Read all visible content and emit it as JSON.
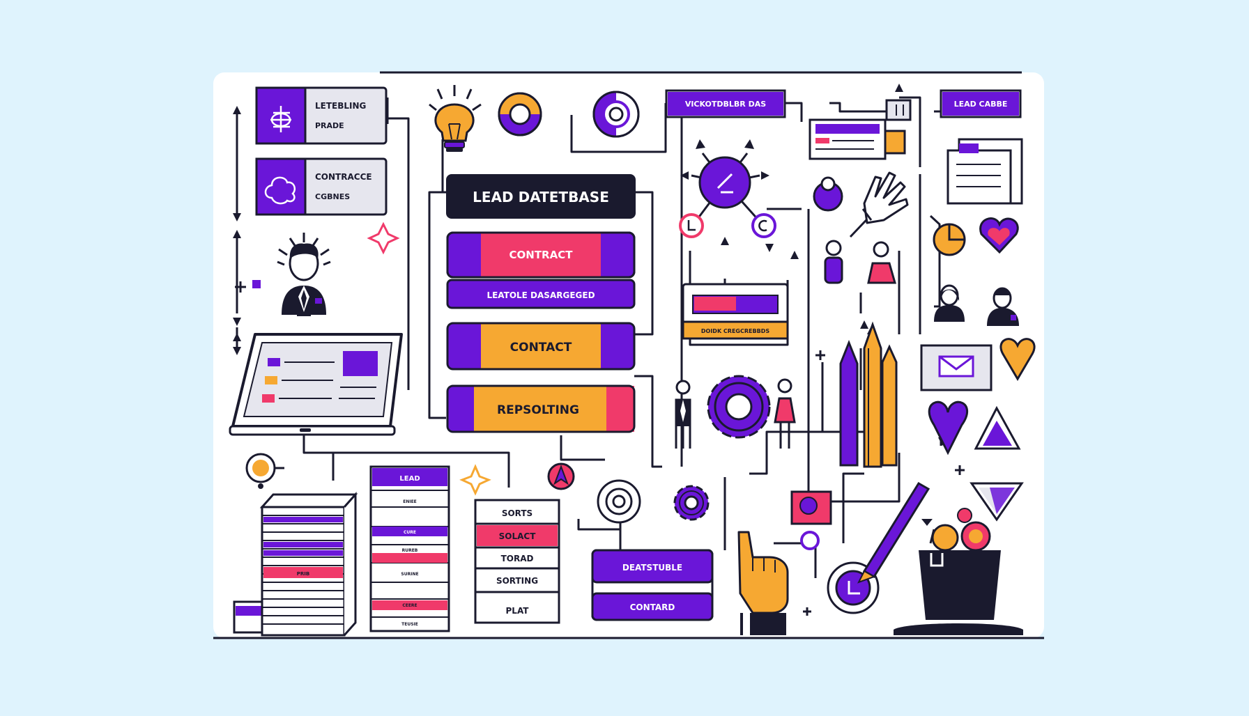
{
  "colors": {
    "background": "#dff3fd",
    "card": "#ffffff",
    "ink": "#1a1a2e",
    "purple": "#6a16d8",
    "pink": "#f03a6a",
    "orange": "#f6a832",
    "grey": "#e6e6ee"
  },
  "top_left_cards": [
    {
      "line1": "LETEBLING",
      "line2": "PRADE",
      "icon": "target-icon"
    },
    {
      "line1": "CONTRACCE",
      "line2": "CGBNES",
      "icon": "cloud-icon"
    }
  ],
  "center_stack": {
    "header": "LEAD DATETBASE",
    "block1": "CONTRACT",
    "block1_sub": "LEATOLE DASARGEGED",
    "block2": "CONTACT",
    "block3": "REPSOLTING"
  },
  "top_right_tags": {
    "tag1": "VICKOTDBLBR DAS",
    "tag2": "LEAD CABBE"
  },
  "monitor_caption": "DOIDK CREGCREBBDS",
  "left_list_tab": "LEAD",
  "left_list_rows": [
    "ENIEE",
    "CURE",
    "RUREB",
    "SURINE",
    "CEERE",
    "TEUSIE"
  ],
  "left_stack_label": "PRIB",
  "middle_list": [
    "SORTS",
    "SOLACT",
    "TORAD",
    "SORTING",
    "PLAT"
  ],
  "bottom_box": {
    "line1": "DEATSTUBLE",
    "line2": "CONTARD"
  }
}
